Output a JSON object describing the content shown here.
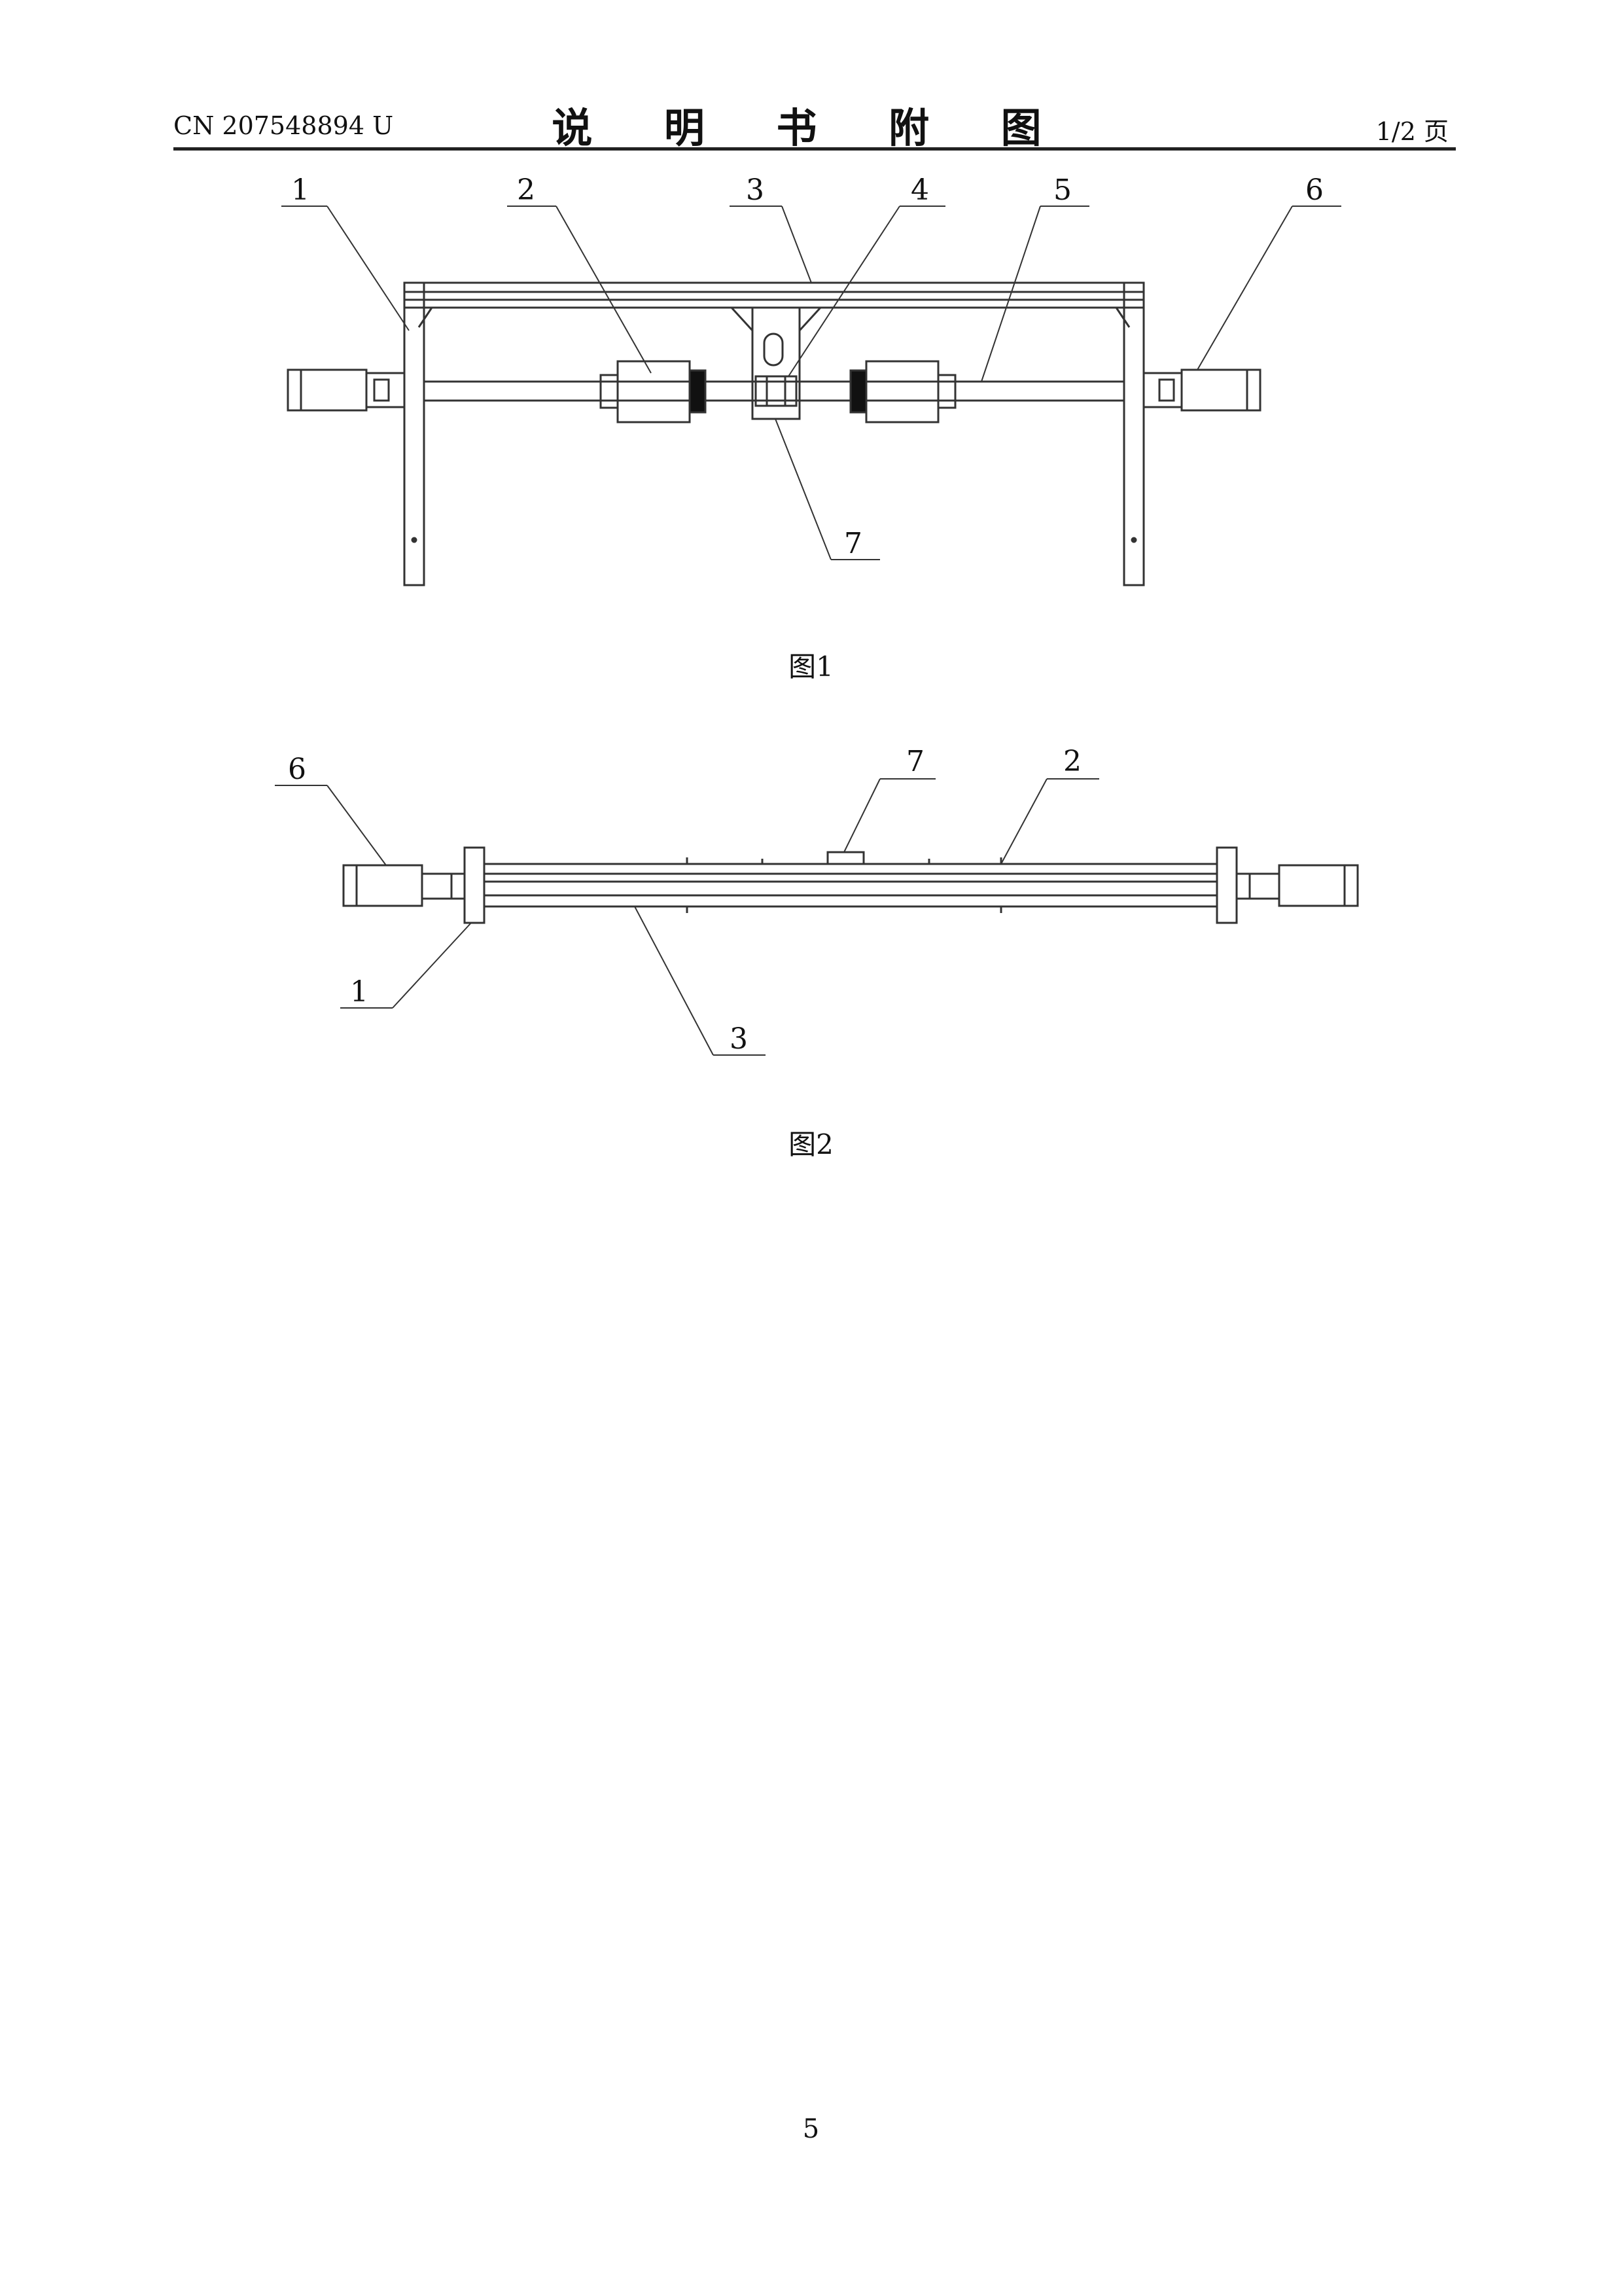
{
  "header": {
    "doc_number": "CN 207548894 U",
    "title": "说 明 书 附 图",
    "page_of": "1/2 页"
  },
  "figure1": {
    "caption": "图1",
    "callouts": [
      "1",
      "2",
      "3",
      "4",
      "5",
      "6",
      "7"
    ]
  },
  "figure2": {
    "caption": "图2",
    "callouts": [
      "6",
      "7",
      "2",
      "1",
      "3"
    ]
  },
  "footer": {
    "page_number": "5"
  }
}
